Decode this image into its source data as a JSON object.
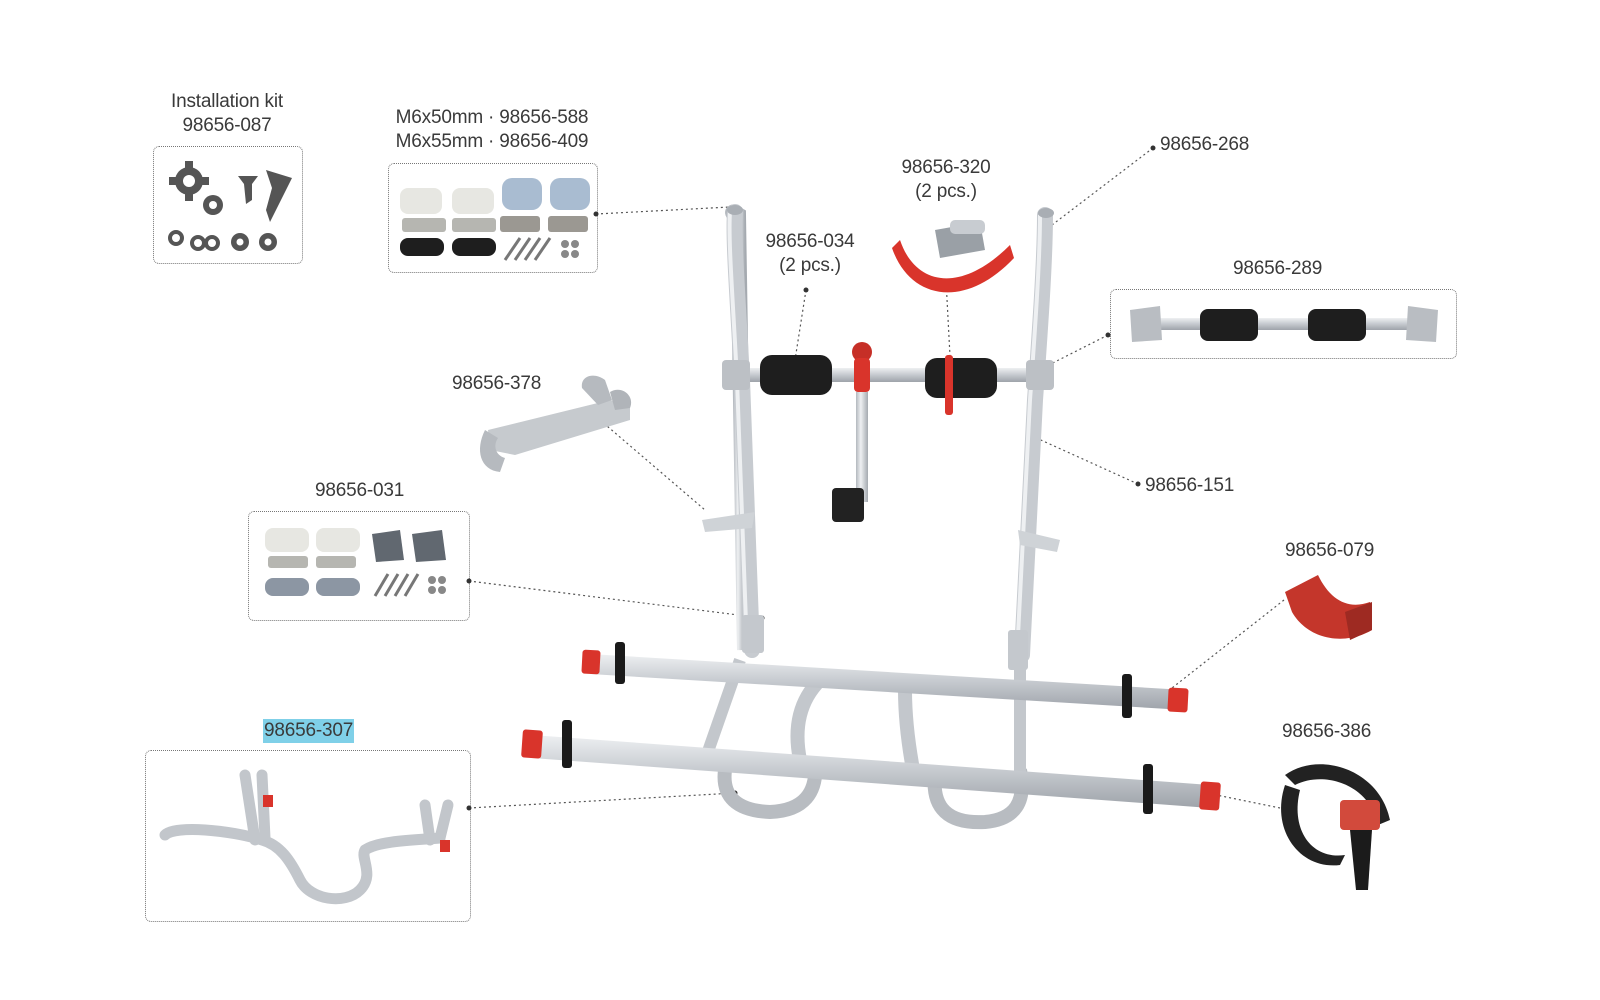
{
  "colors": {
    "label": "#3a3a3a",
    "highlight": "#7fd0e8",
    "frame": "#c9cdd2",
    "red": "#d9342b",
    "foam": "#1e1e1e"
  },
  "labels": {
    "installation_kit": {
      "line1": "Installation kit",
      "line2": "98656-087"
    },
    "screws": {
      "line1": "M6x50mm · 98656-588",
      "line2": "M6x55mm · 98656-409"
    },
    "p320": {
      "line1": "98656-320",
      "line2": "(2 pcs.)"
    },
    "p034": {
      "line1": "98656-034",
      "line2": "(2 pcs.)"
    },
    "p268": "98656-268",
    "p289": "98656-289",
    "p378": "98656-378",
    "p151": "98656-151",
    "p031": "98656-031",
    "p079": "98656-079",
    "p307": "98656-307",
    "p386": "98656-386"
  }
}
